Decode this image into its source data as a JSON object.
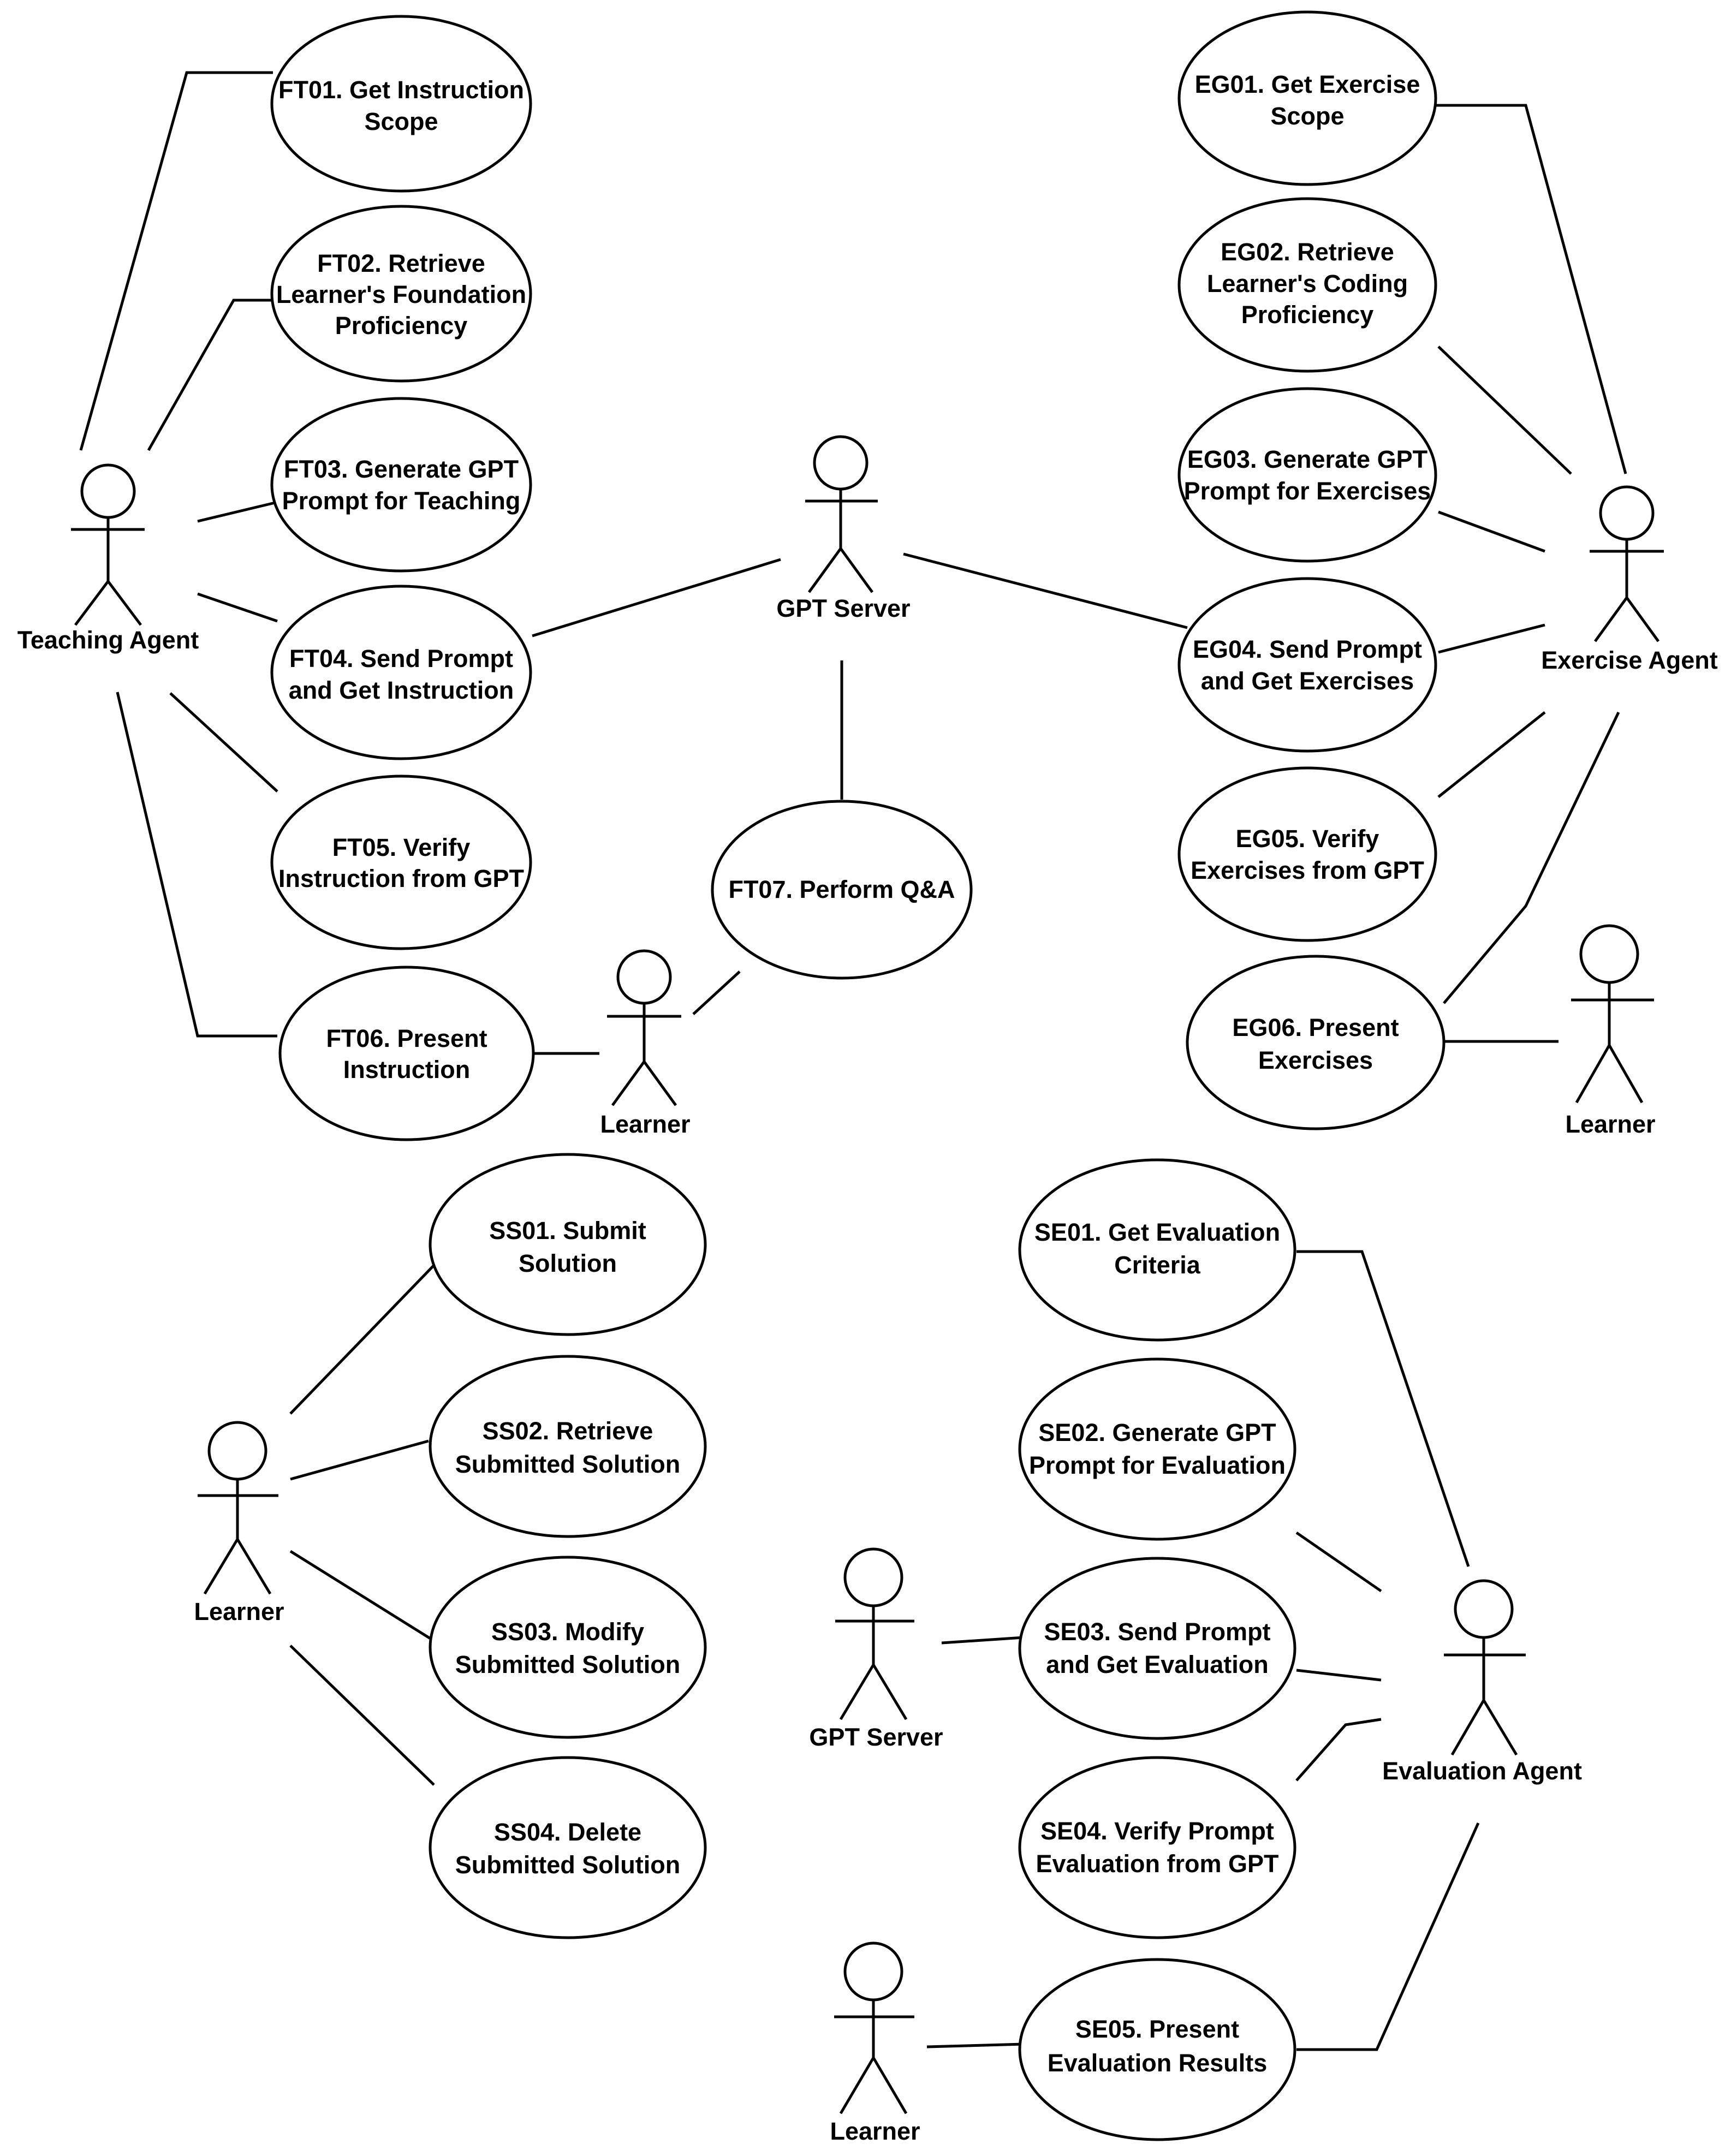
{
  "actors": {
    "teaching_agent": "Teaching Agent",
    "gpt_server_top": "GPT Server",
    "exercise_agent": "Exercise Agent",
    "learner_ft": "Learner",
    "learner_eg": "Learner",
    "learner_ss": "Learner",
    "gpt_server_bottom": "GPT Server",
    "evaluation_agent": "Evaluation Agent",
    "learner_se": "Learner"
  },
  "use_cases": {
    "ft01": [
      "FT01. Get Instruction",
      "Scope"
    ],
    "ft02": [
      "FT02. Retrieve",
      "Learner's Foundation",
      "Proficiency"
    ],
    "ft03": [
      "FT03. Generate GPT",
      "Prompt for Teaching"
    ],
    "ft04": [
      "FT04. Send Prompt",
      "and Get Instruction"
    ],
    "ft05": [
      "FT05. Verify",
      "Instruction from GPT"
    ],
    "ft06": [
      "FT06. Present",
      "Instruction"
    ],
    "ft07": [
      "FT07. Perform Q&A"
    ],
    "eg01": [
      "EG01. Get Exercise",
      "Scope"
    ],
    "eg02": [
      "EG02. Retrieve",
      "Learner's Coding",
      "Proficiency"
    ],
    "eg03": [
      "EG03. Generate GPT",
      "Prompt for Exercises"
    ],
    "eg04": [
      "EG04. Send Prompt",
      "and Get Exercises"
    ],
    "eg05": [
      "EG05. Verify",
      "Exercises from GPT"
    ],
    "eg06": [
      "EG06. Present",
      "Exercises"
    ],
    "ss01": [
      "SS01. Submit",
      "Solution"
    ],
    "ss02": [
      "SS02. Retrieve",
      "Submitted Solution"
    ],
    "ss03": [
      "SS03. Modify",
      "Submitted Solution"
    ],
    "ss04": [
      "SS04. Delete",
      "Submitted Solution"
    ],
    "se01": [
      "SE01. Get Evaluation",
      "Criteria"
    ],
    "se02": [
      "SE02. Generate GPT",
      "Prompt for Evaluation"
    ],
    "se03": [
      "SE03. Send Prompt",
      "and Get Evaluation"
    ],
    "se04": [
      "SE04. Verify Prompt",
      "Evaluation from GPT"
    ],
    "se05": [
      "SE05. Present",
      "Evaluation Results"
    ]
  }
}
